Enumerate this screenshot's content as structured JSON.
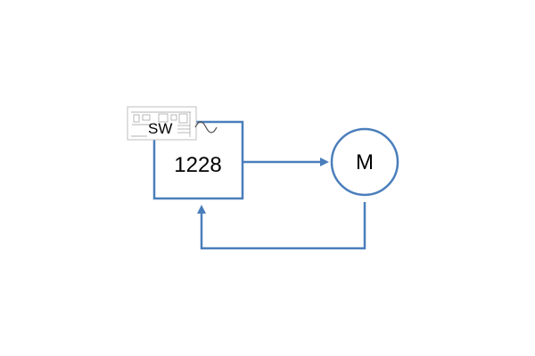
{
  "diagram": {
    "controller_label": "1228",
    "software_label": "SW",
    "motor_label": "M",
    "wave_icon": "sine-wave-icon",
    "thumbnail_icon": "schematic-thumbnail-icon",
    "colors": {
      "line": "#4a7ebb",
      "text": "#000000",
      "thumbnail_border": "#bfbfbf",
      "thumbnail_bg": "#ffffff",
      "thumbnail_lines": "#9a9a9a"
    }
  }
}
